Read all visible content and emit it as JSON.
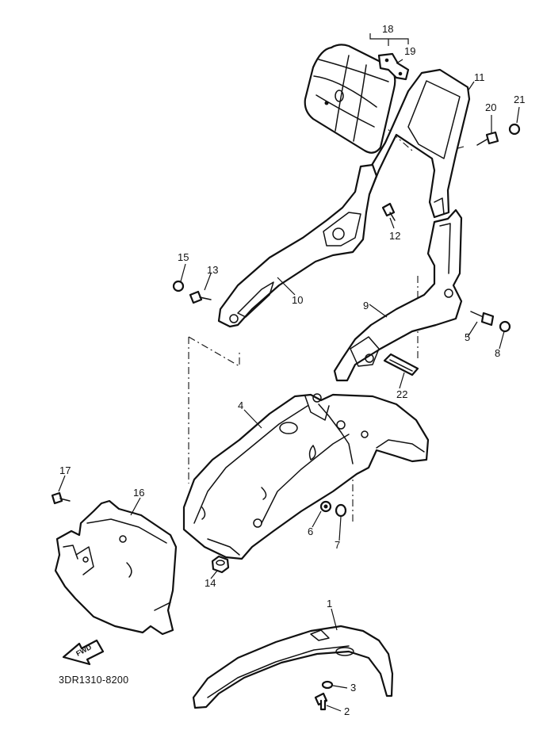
{
  "diagram": {
    "code": "3DR1310-8200",
    "direction_label": "FWD",
    "callouts": [
      "1",
      "2",
      "3",
      "4",
      "5",
      "6",
      "7",
      "8",
      "9",
      "10",
      "11",
      "12",
      "13",
      "14",
      "15",
      "16",
      "17",
      "18",
      "19",
      "20",
      "21",
      "22"
    ],
    "parts": [
      {
        "no": "1",
        "name": "rear-fender"
      },
      {
        "no": "2",
        "name": "bolt"
      },
      {
        "no": "3",
        "name": "washer"
      },
      {
        "no": "4",
        "name": "inner-rear-fender"
      },
      {
        "no": "5",
        "name": "bolt"
      },
      {
        "no": "6",
        "name": "nut"
      },
      {
        "no": "7",
        "name": "washer"
      },
      {
        "no": "8",
        "name": "cap"
      },
      {
        "no": "9",
        "name": "right-stay"
      },
      {
        "no": "10",
        "name": "left-stay"
      },
      {
        "no": "11",
        "name": "backrest-frame"
      },
      {
        "no": "12",
        "name": "bolt"
      },
      {
        "no": "13",
        "name": "bolt"
      },
      {
        "no": "14",
        "name": "grommet"
      },
      {
        "no": "15",
        "name": "cap"
      },
      {
        "no": "16",
        "name": "mud-flap-cover"
      },
      {
        "no": "17",
        "name": "bolt"
      },
      {
        "no": "18",
        "name": "backrest-pad"
      },
      {
        "no": "19",
        "name": "bracket"
      },
      {
        "no": "20",
        "name": "bolt"
      },
      {
        "no": "21",
        "name": "cap"
      },
      {
        "no": "22",
        "name": "label"
      }
    ]
  }
}
